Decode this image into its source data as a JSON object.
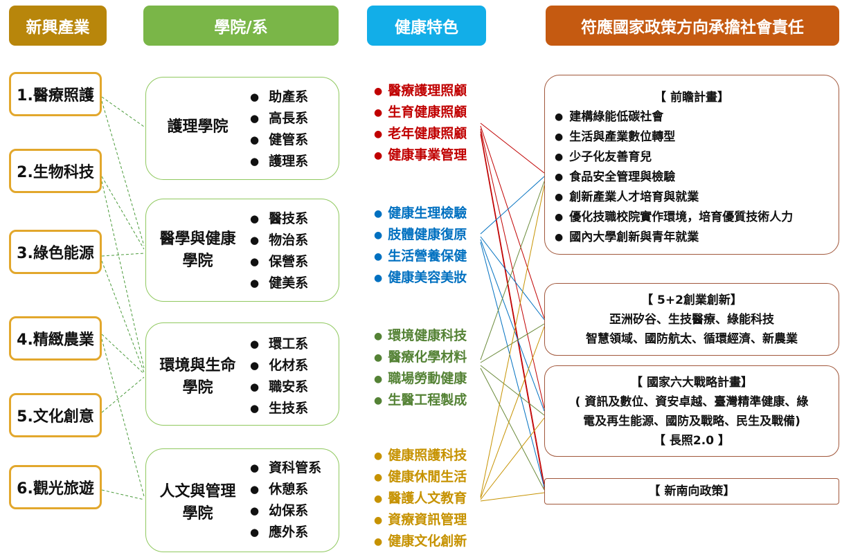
{
  "headers": {
    "industry": "新興產業",
    "college": "學院/系",
    "feature": "健康特色",
    "policy": "符應國家政策方向承擔社會責任"
  },
  "colors": {
    "industry_header": "#b8860b",
    "college_header": "#7ab648",
    "feature_header": "#12aee8",
    "policy_header": "#c55a11",
    "feature_red": "#c00000",
    "feature_blue": "#0070c0",
    "feature_green": "#548235",
    "feature_gold": "#c69200"
  },
  "industries": [
    "1.醫療照護",
    "2.生物科技",
    "3.綠色能源",
    "4.精緻農業",
    "5.文化創意",
    "6.觀光旅遊"
  ],
  "colleges": [
    {
      "name": "護理學院",
      "depts": [
        "助產系",
        "高長系",
        "健管系",
        "護理系"
      ]
    },
    {
      "name": "醫學與健康學院",
      "name_lines": [
        "醫學與健康",
        "學院"
      ],
      "depts": [
        "醫技系",
        "物治系",
        "保營系",
        "健美系"
      ]
    },
    {
      "name": "環境與生命學院",
      "name_lines": [
        "環境與生命",
        "學院"
      ],
      "depts": [
        "環工系",
        "化材系",
        "職安系",
        "生技系"
      ]
    },
    {
      "name": "人文與管理學院",
      "name_lines": [
        "人文與管理",
        "學院"
      ],
      "depts": [
        "資科管系",
        "休憩系",
        "幼保系",
        "應外系"
      ]
    }
  ],
  "features": [
    {
      "color": "red",
      "items": [
        "醫療護理照顧",
        "生育健康照顧",
        "老年健康照顧",
        "健康事業管理"
      ]
    },
    {
      "color": "blue",
      "items": [
        "健康生理檢驗",
        "肢體健康復原",
        "生活營養保健",
        "健康美容美妝"
      ]
    },
    {
      "color": "green",
      "items": [
        "環境健康科技",
        "醫療化學材料",
        "職場勞動健康",
        "生醫工程製成"
      ]
    },
    {
      "color": "gold",
      "items": [
        "健康照護科技",
        "健康休閒生活",
        "醫護人文教育",
        "資療資訊管理",
        "健康文化創新"
      ]
    }
  ],
  "policies": {
    "forward": {
      "title": "【 前瞻計畫】",
      "items": [
        "建構綠能低碳社會",
        "生活與產業數位轉型",
        "少子化友善育兒",
        "食品安全管理與檢驗",
        "創新產業人才培育與就業",
        "優化技職校院實作環境，培育優質技術人力",
        "國內大學創新與青年就業"
      ]
    },
    "innovation": {
      "title": "【 5+2創業創新】",
      "lines": [
        "亞洲矽谷、生技醫療、綠能科技",
        "智慧領域、國防航太、循環經濟、新農業"
      ]
    },
    "six_strategic": {
      "title": "【 國家六大戰略計畫】",
      "lines": [
        "( 資訊及數位、資安卓越、臺灣精準健康、綠",
        "電及再生能源、國防及戰略、民生及戰備)"
      ],
      "extra": "【 長照2.0 】"
    },
    "new_south": {
      "title": "【 新南向政策】"
    }
  }
}
